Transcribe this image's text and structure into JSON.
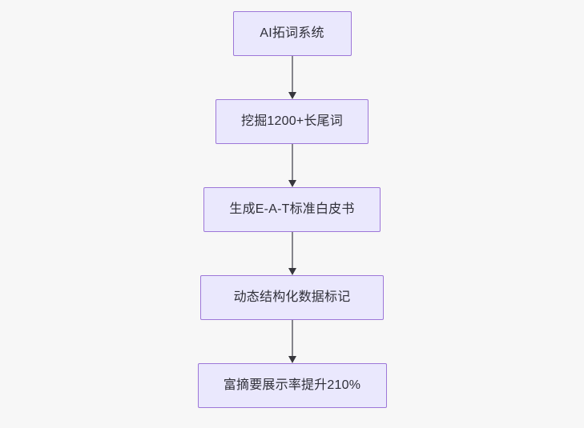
{
  "diagram": {
    "type": "flowchart",
    "direction": "top-to-bottom",
    "background_color": "#f7f7f7",
    "node_fill_color": "#eae8fd",
    "node_border_color": "#9d77d8",
    "node_text_color": "#2f2f38",
    "connector_line_color": "#85858c",
    "connector_arrow_color": "#36363c",
    "nodes": [
      {
        "id": "n1",
        "label": "AI拓词系统"
      },
      {
        "id": "n2",
        "label": "挖掘1200+长尾词"
      },
      {
        "id": "n3",
        "label": "生成E-A-T标准白皮书"
      },
      {
        "id": "n4",
        "label": "动态结构化数据标记"
      },
      {
        "id": "n5",
        "label": "富摘要展示率提升210%"
      }
    ],
    "edges": [
      {
        "from": "n1",
        "to": "n2",
        "arrow": "arrow-down-icon"
      },
      {
        "from": "n2",
        "to": "n3",
        "arrow": "arrow-down-icon"
      },
      {
        "from": "n3",
        "to": "n4",
        "arrow": "arrow-down-icon"
      },
      {
        "from": "n4",
        "to": "n5",
        "arrow": "arrow-down-icon"
      }
    ]
  }
}
